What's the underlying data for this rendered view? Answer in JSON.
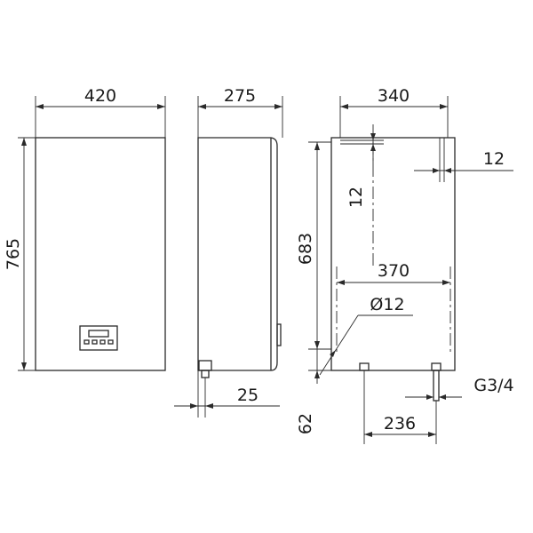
{
  "front_view": {
    "width_label": "420",
    "height_label": "765"
  },
  "side_view": {
    "depth_label": "275",
    "pipe_offset_label": "25"
  },
  "mounting_view": {
    "width_label": "340",
    "top_offset_label": "12",
    "side_offset_label": "12",
    "height_label": "683",
    "hole_spacing_label": "370",
    "hole_diameter_label": "Ø12",
    "thread_label": "G3/4",
    "bottom_offset_label": "62",
    "pipe_spacing_label": "236"
  },
  "colors": {
    "line": "#2a2a2a",
    "text": "#1a1a1a",
    "background": "#ffffff"
  }
}
